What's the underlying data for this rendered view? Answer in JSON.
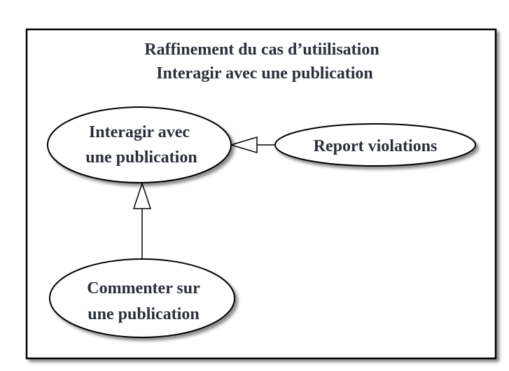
{
  "diagram": {
    "title_line1": "Raffinement du cas d’utiilisation",
    "title_line2": "Interagir avec une publication",
    "use_cases": {
      "interagir": {
        "line1": "Interagir avec",
        "line2": "une publication"
      },
      "report": {
        "line1": "Report violations"
      },
      "commenter": {
        "line1": "Commenter sur",
        "line2": "une publication"
      }
    },
    "colors": {
      "stroke": "#000000",
      "text": "#2a2f3a",
      "shadow": "#8c8c8c",
      "background": "#ffffff"
    }
  }
}
